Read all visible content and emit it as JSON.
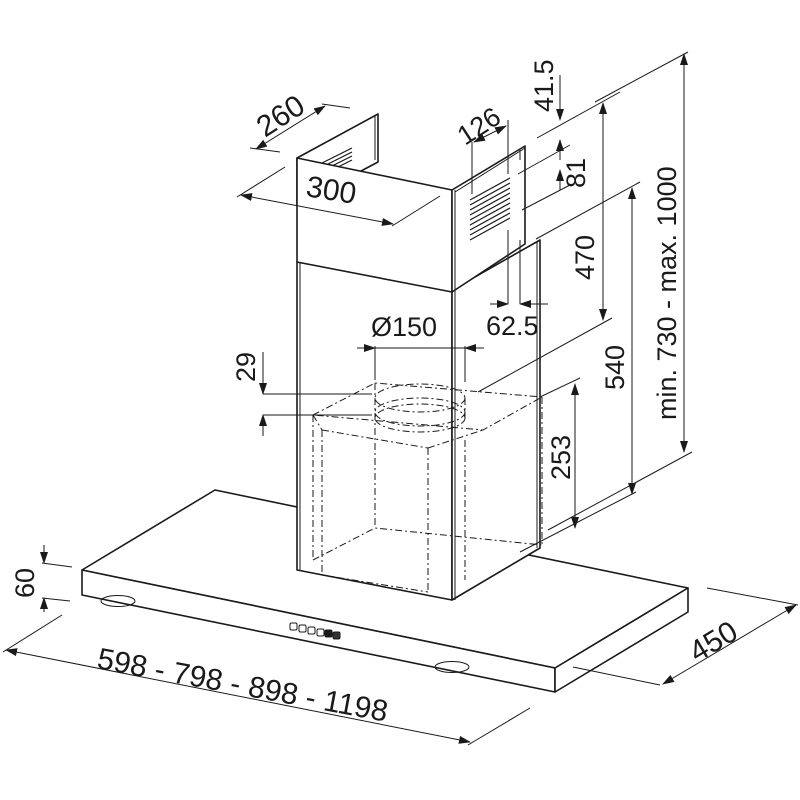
{
  "drawing": {
    "subject": "Chimney cooker hood dimension drawing",
    "units": "mm",
    "colors": {
      "line": "#1a1a1a",
      "background": "#ffffff"
    }
  },
  "dimensions": {
    "chimney_depth": "260",
    "chimney_width": "300",
    "vent_width": "126",
    "top_offset": "41.5",
    "vent_height": "81",
    "upper_chimney": "470",
    "vent_offset": "62.5",
    "duct_diameter": "Ø150",
    "collar_height": "29",
    "motor_height": "253",
    "lower_height": "540",
    "total_height": "min. 730 - max. 1000",
    "canopy_thickness": "60",
    "canopy_width": "598 - 798 - 898 - 1198",
    "canopy_depth": "450"
  },
  "icons": {
    "control_buttons": "control-button-icon",
    "light": "halogen-light-icon",
    "vent": "vent-grille-icon"
  }
}
